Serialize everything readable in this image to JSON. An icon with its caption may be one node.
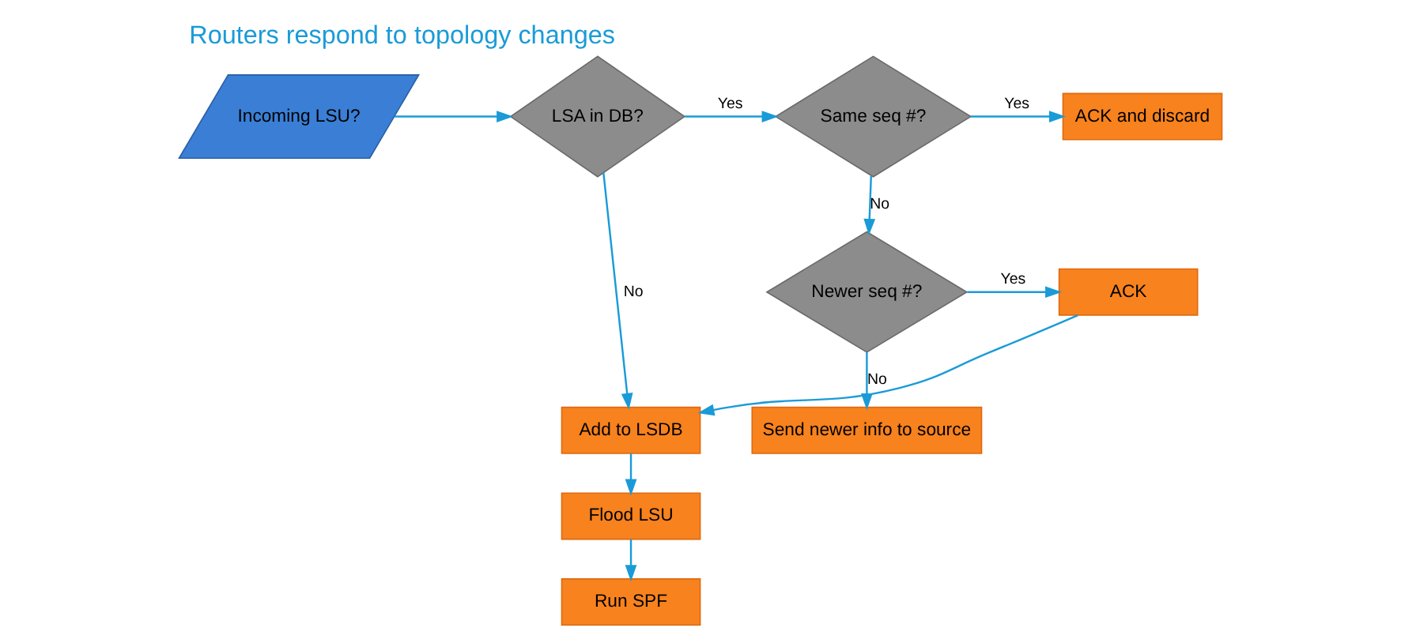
{
  "diagram": {
    "title": "Routers respond to topology changes",
    "nodes": [
      {
        "text": [
          "Incoming LSU?"
        ]
      },
      {
        "text": [
          "LSA in DB?"
        ]
      },
      {
        "text": [
          "Same seq #?"
        ]
      },
      {
        "text": [
          "ACK and discard"
        ]
      },
      {
        "text": [
          "Add to LSDB"
        ]
      },
      {
        "text": [
          "Newer seq #?"
        ]
      },
      {
        "text": [
          "ACK"
        ]
      },
      {
        "text": [
          "Flood LSU"
        ]
      },
      {
        "text": [
          "Run SPF"
        ]
      },
      {
        "text": [
          "Send newer info to source"
        ]
      }
    ],
    "edges": [
      {
        "from": 0,
        "to": 1,
        "arrow": "to"
      },
      {
        "from": 1,
        "to": 2,
        "arrow": "to",
        "label": "Yes"
      },
      {
        "from": 2,
        "to": 3,
        "arrow": "to",
        "label": "Yes"
      },
      {
        "from": 1,
        "to": 4,
        "arrow": "to",
        "label": "No"
      },
      {
        "from": 2,
        "to": 5,
        "arrow": "to",
        "label": "No"
      },
      {
        "from": 5,
        "to": 6,
        "arrow": "to",
        "label": "Yes"
      },
      {
        "from": 5,
        "to": 9,
        "arrow": "to",
        "label": "No"
      },
      {
        "from": 6,
        "to": 4,
        "arrow": "to"
      },
      {
        "from": 4,
        "to": 7,
        "arrow": "to"
      },
      {
        "from": 7,
        "to": 8,
        "arrow": "to"
      }
    ]
  }
}
